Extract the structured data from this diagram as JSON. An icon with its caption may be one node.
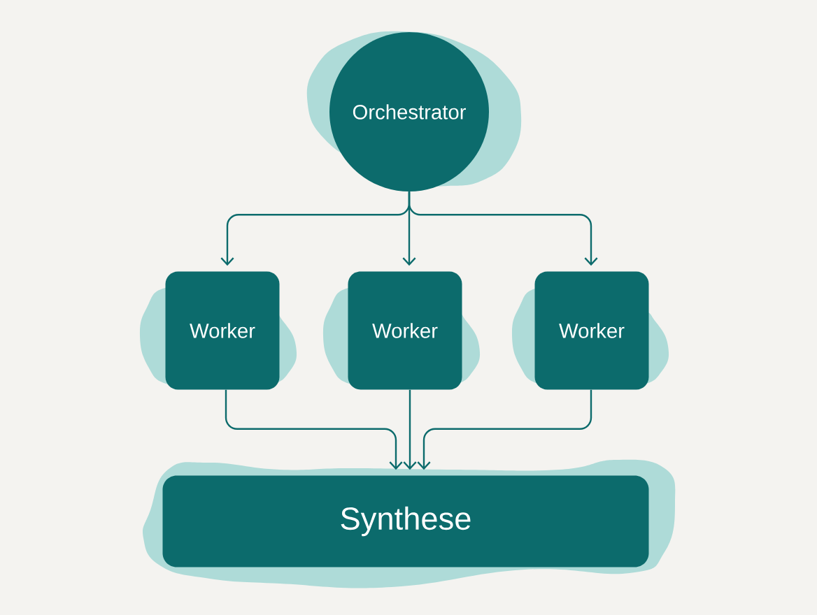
{
  "diagram": {
    "nodes": [
      {
        "text": [
          "Orchestrator"
        ]
      },
      {
        "text": [
          "Worker"
        ]
      },
      {
        "text": [
          "Worker"
        ]
      },
      {
        "text": [
          "Worker"
        ]
      },
      {
        "text": [
          "Synthese"
        ]
      }
    ],
    "edges": [
      {
        "from": 0,
        "to": 1,
        "arrow": "to"
      },
      {
        "from": 0,
        "to": 2,
        "arrow": "to"
      },
      {
        "from": 0,
        "to": 3,
        "arrow": "to"
      },
      {
        "from": 1,
        "to": 4,
        "arrow": "to"
      },
      {
        "from": 2,
        "to": 4,
        "arrow": "to"
      },
      {
        "from": 3,
        "to": 4,
        "arrow": "to"
      }
    ]
  }
}
